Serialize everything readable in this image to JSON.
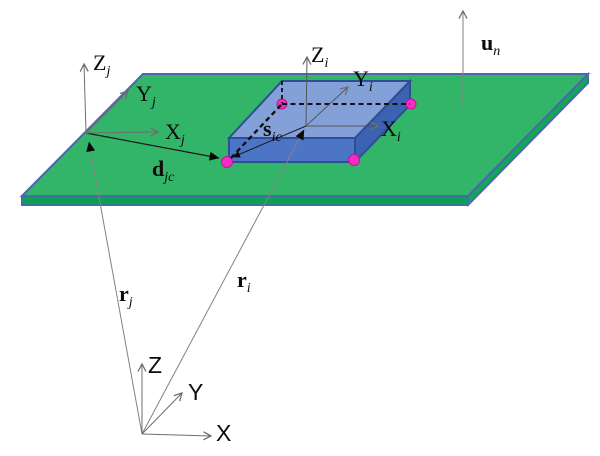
{
  "diagram": {
    "description": "3D schematic of two body-fixed coordinate frames (i on a blue block, j on a green plate) with position vectors from a global XYZ frame and contact-point vectors",
    "labels": {
      "zj": {
        "main": "Z",
        "sub": "j"
      },
      "yj": {
        "main": "Y",
        "sub": "j"
      },
      "xj": {
        "main": "X",
        "sub": "j"
      },
      "zi": {
        "main": "Z",
        "sub": "i"
      },
      "yi": {
        "main": "Y",
        "sub": "i"
      },
      "xi": {
        "main": "X",
        "sub": "i"
      },
      "djc": {
        "main": "d",
        "sub": "jc"
      },
      "sic": {
        "main": "s",
        "sub": "ic"
      },
      "un": {
        "main": "u",
        "sub": "n"
      },
      "rj": {
        "main": "r",
        "sub": "j"
      },
      "ri": {
        "main": "r",
        "sub": "i"
      },
      "gz": {
        "main": "Z",
        "sub": ""
      },
      "gy": {
        "main": "Y",
        "sub": ""
      },
      "gx": {
        "main": "X",
        "sub": ""
      }
    },
    "colors": {
      "plane_top": "#33b569",
      "plane_front": "#0ca152",
      "plane_right": "#14a657",
      "plane_outline": "#4a69ad",
      "box_top": "#83a1d8",
      "box_front": "#4d75c7",
      "box_right": "#3c63b1",
      "box_outline": "#2e4e93",
      "contact_dot": "#f92bc7",
      "contact_dot_outline": "#c0139a",
      "axis_line": "#6e6e6e",
      "vector_line": "#1a1a1a",
      "r_line": "#828282",
      "hidden_edge": "#111111"
    }
  }
}
